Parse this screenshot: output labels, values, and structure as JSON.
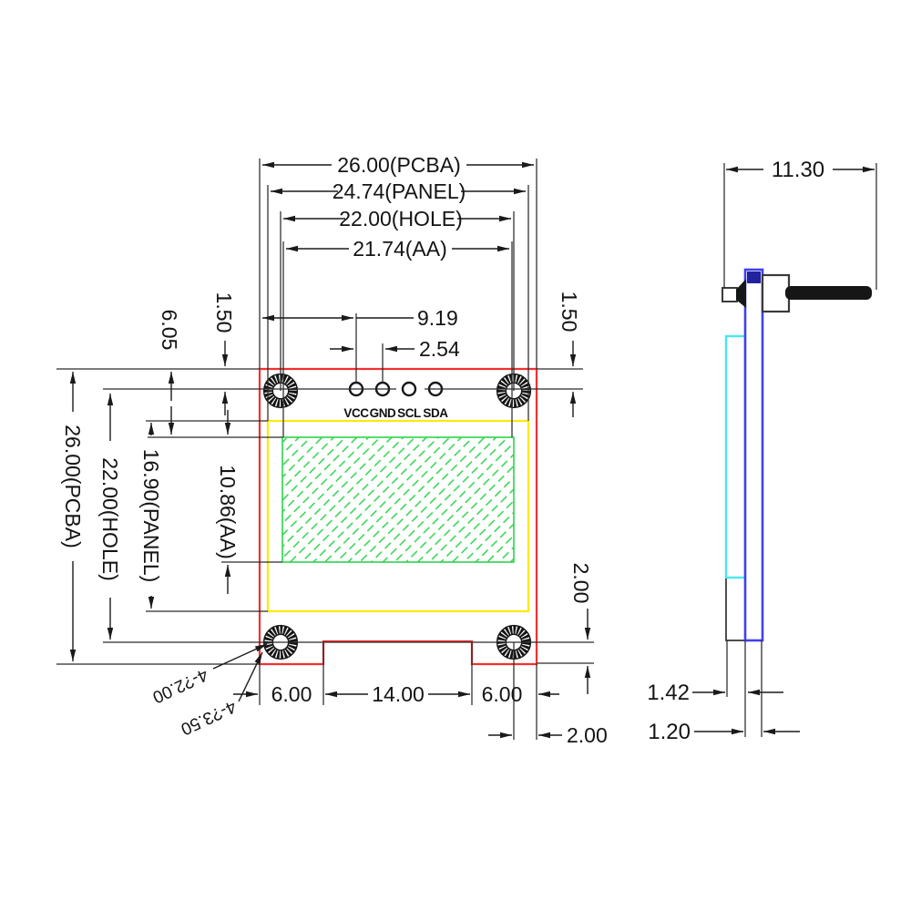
{
  "front": {
    "top_dims": [
      "26.00(PCBA)",
      "24.74(PANEL)",
      "22.00(HOLE)",
      "21.74(AA)"
    ],
    "pin_offset": "9.19",
    "pin_pitch": "2.54",
    "edge_to_pin_left": "1.50",
    "edge_to_pin_right": "1.50",
    "edge_to_aa": "6.05",
    "left_dims": [
      "26.00(PCBA)",
      "22.00(HOLE)",
      "16.90(PANEL)",
      "10.86(AA)"
    ],
    "bottom_dims": [
      "6.00",
      "14.00",
      "6.00"
    ],
    "hole_edge_offset_horizontal": "2.00",
    "hole_edge_offset_vertical": "2.00",
    "hole_callout_small": "4-?2.00",
    "hole_callout_large": "4-?3.50",
    "pin_labels": [
      "VCC",
      "GND",
      "SCL",
      "SDA"
    ]
  },
  "side": {
    "width": "11.30",
    "panel_thickness": "1.42",
    "pcb_thickness": "1.20"
  },
  "colors": {
    "pcb_outline": "#f13131",
    "panel_outline": "#ffe80a",
    "active_area_green": "#2dd44b",
    "side_pcb_blue": "#4040ee",
    "side_panel_cyan": "#47e7f5",
    "linework": "#1a1a1a"
  }
}
